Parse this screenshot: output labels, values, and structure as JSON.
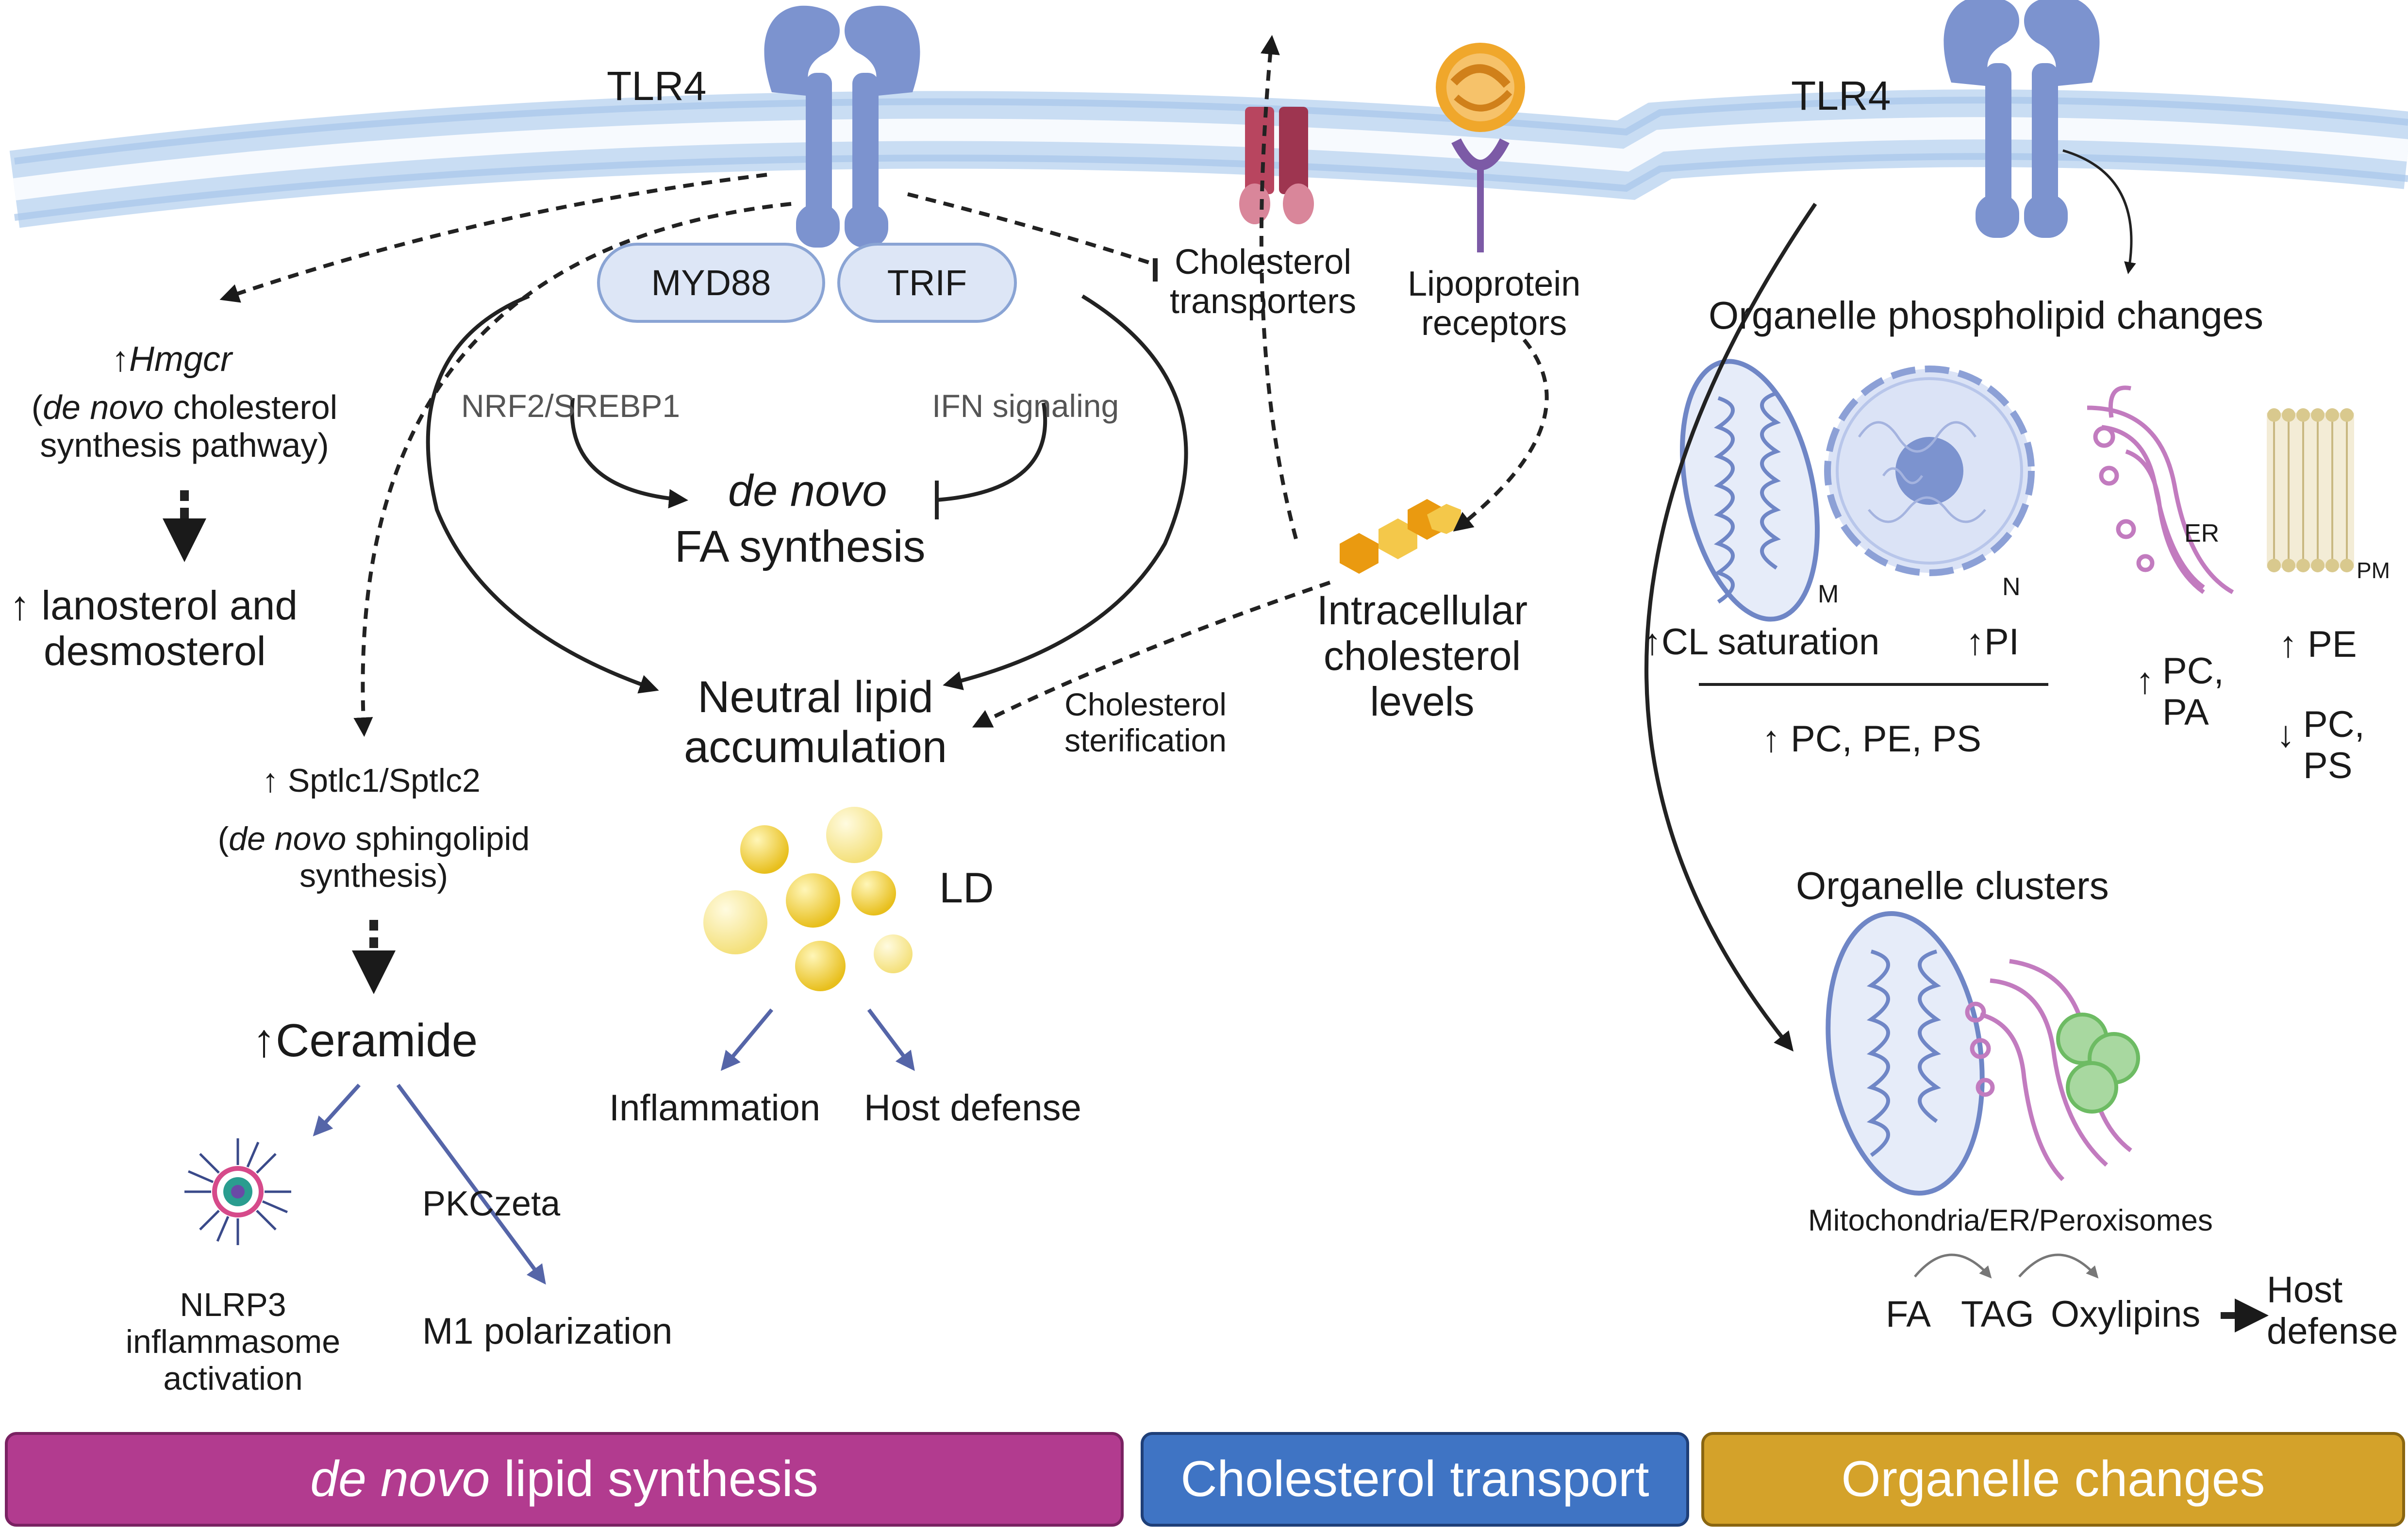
{
  "receptors": {
    "tlr4_left": "TLR4",
    "tlr4_right": "TLR4",
    "myd88": "MYD88",
    "trif": "TRIF",
    "cholesterol_transporters": [
      "Cholesterol",
      "transporters"
    ],
    "lipoprotein_receptors": [
      "Lipoprotein",
      "receptors"
    ]
  },
  "synthesis": {
    "hmgcr": "Hmgcr",
    "chol_pathway": [
      "de novo",
      "cholesterol",
      "synthesis pathway)"
    ],
    "lanosterol": [
      "lanosterol and",
      "desmosterol"
    ],
    "sptlc": "Sptlc1/Sptlc2",
    "sphingo": [
      "de novo",
      "sphingolipid",
      "synthesis)"
    ],
    "ceramide": "Ceramide",
    "pkczeta": "PKCzeta",
    "m1": "M1 polarization",
    "nlrp3": [
      "NLRP3",
      "inflammasome",
      "activation"
    ]
  },
  "fa": {
    "nrf2": "NRF2/SREBP1",
    "ifn": "IFN signaling",
    "de_novo": "de novo",
    "fa_synthesis": "FA synthesis",
    "neutral": [
      "Neutral lipid",
      "accumulation"
    ],
    "ld": "LD",
    "inflammation": "Inflammation",
    "host_defense": "Host defense"
  },
  "cholesterol": {
    "intracellular": [
      "Intracellular",
      "cholesterol",
      "levels"
    ],
    "sterification": [
      "Cholesterol",
      "sterification"
    ]
  },
  "organelle": {
    "phospholipid_title": "Organelle phospholipid changes",
    "m": "M",
    "n": "N",
    "er": "ER",
    "pm": "PM",
    "cl": "CL saturation",
    "pi": "PI",
    "pc_pe_ps": "PC, PE, PS",
    "pc_pa": [
      "PC,",
      "PA"
    ],
    "pe": "PE",
    "pc_ps": [
      "PC,",
      "PS"
    ],
    "clusters_title": "Organelle clusters",
    "mito_er_perox": "Mitochondria/ER/Peroxisomes",
    "fa": "FA",
    "tag": "TAG",
    "oxylipins": "Oxylipins",
    "host_defense": [
      "Host",
      "defense"
    ]
  },
  "bars": {
    "de_novo_italic": "de novo",
    "de_novo_rest": " lipid synthesis",
    "cholesterol_transport": "Cholesterol transport",
    "organelle_changes": "Organelle changes"
  },
  "colors": {
    "membrane": "#c8dcf2",
    "receptor": "#7c93cf",
    "magenta_bar": "#b23b8f",
    "blue_bar": "#3f74c4",
    "gold_bar": "#d4a22a",
    "lipid_droplet": "#f3d23a",
    "arrow_blue": "#5565a8"
  }
}
